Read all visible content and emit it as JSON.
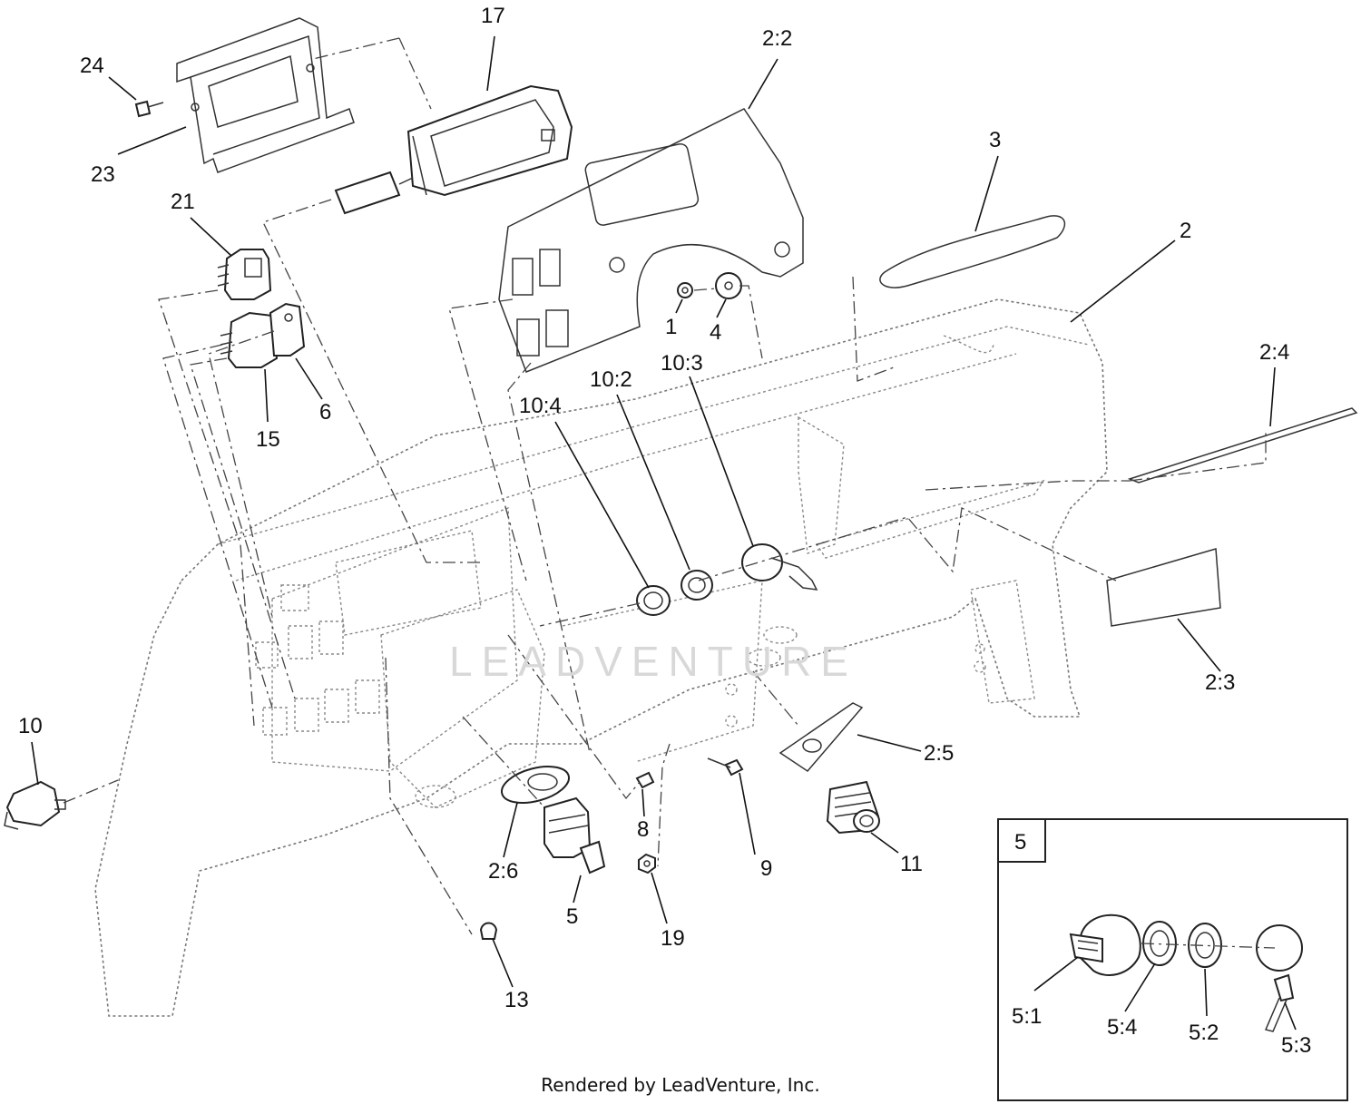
{
  "diagram": {
    "watermark": "LEADVENTURE",
    "credit": "Rendered by LeadVenture, Inc.",
    "inset_label": "5",
    "callouts": {
      "c17": "17",
      "c24": "24",
      "c23": "23",
      "c22": "2:2",
      "c3": "3",
      "c2": "2",
      "c21": "21",
      "c15": "15",
      "c6": "6",
      "c1": "1",
      "c4": "4",
      "c104": "10:4",
      "c102": "10:2",
      "c103": "10:3",
      "c24b": "2:4",
      "c23b": "2:3",
      "c25": "2:5",
      "c10": "10",
      "c8": "8",
      "c9": "9",
      "c11": "11",
      "c26": "2:6",
      "c5": "5",
      "c19": "19",
      "c13": "13",
      "c51": "5:1",
      "c54": "5:4",
      "c52": "5:2",
      "c53": "5:3"
    }
  }
}
